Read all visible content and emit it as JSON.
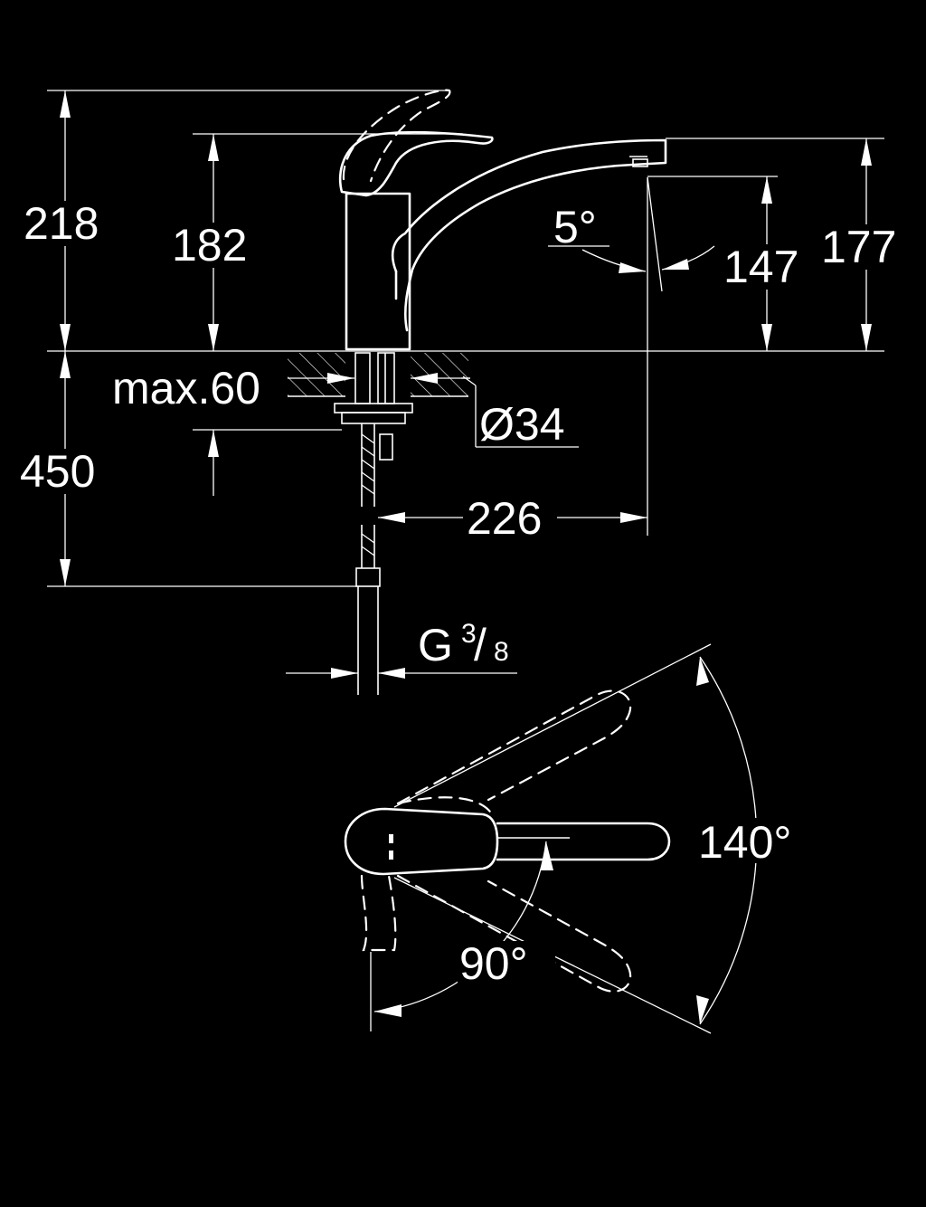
{
  "dimensions": {
    "total_height": "218",
    "body_height": "182",
    "spout_reach_height": "147",
    "spout_top_height": "177",
    "below_deck_length": "450",
    "max_deck_thickness": "max.60",
    "hole_diameter": "Ø34",
    "spout_reach": "226",
    "connection_thread": "G",
    "connection_numerator": "3",
    "connection_slash": "/",
    "connection_denominator": "8",
    "spout_angle": "5°",
    "swivel_angle": "140°",
    "lever_angle": "90°"
  },
  "colors": {
    "background": "#000000",
    "line": "#ffffff"
  }
}
